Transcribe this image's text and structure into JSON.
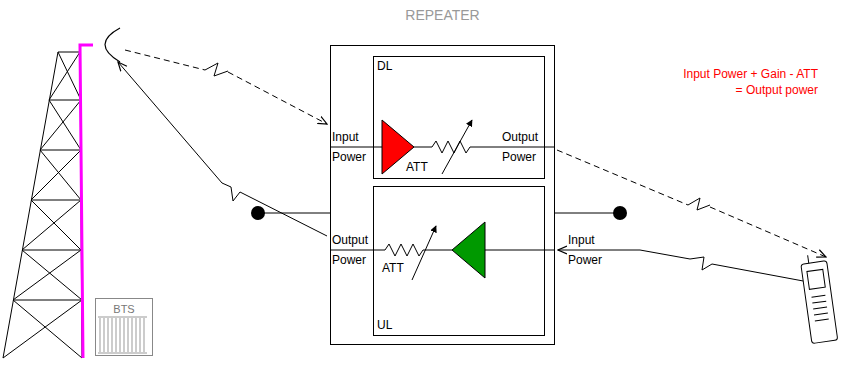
{
  "diagram": {
    "nodes": [
      {
        "text": [
          "REPEATER"
        ]
      },
      {
        "text": [
          "DL",
          "ATT"
        ],
        "in": 0
      },
      {
        "text": [
          "UL",
          "ATT"
        ],
        "in": 0
      },
      {
        "text": [
          "BTS"
        ]
      }
    ],
    "labels": [
      "Input Power",
      "Output Power",
      "Output Power",
      "Input Power",
      "Input Power + Gain - ATT = Output power"
    ]
  }
}
